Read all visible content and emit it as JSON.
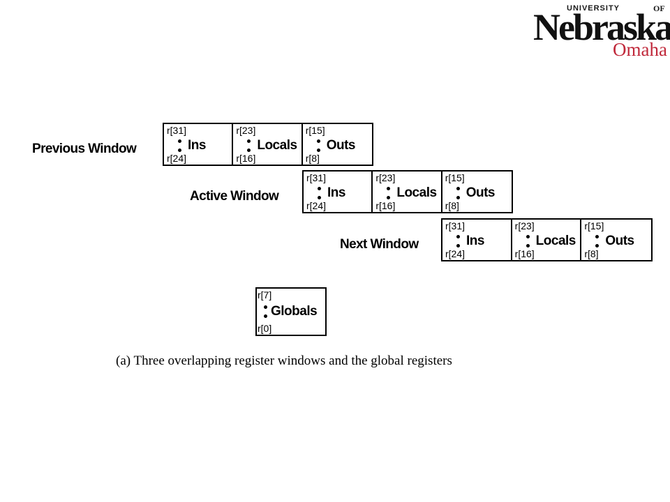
{
  "logo": {
    "univ": "UNIVERSITY",
    "of": "OF",
    "name": "Nebraska",
    "campus": "Omaha",
    "campus_color": "#c0293b"
  },
  "windows": {
    "previous": {
      "label": "Previous Window",
      "cells": [
        {
          "top": "r[31]",
          "bottom": "r[24]",
          "name": "Ins"
        },
        {
          "top": "r[23]",
          "bottom": "r[16]",
          "name": "Locals"
        },
        {
          "top": "r[15]",
          "bottom": "r[8]",
          "name": "Outs"
        }
      ]
    },
    "active": {
      "label": "Active Window",
      "cells": [
        {
          "top": "r[31]",
          "bottom": "r[24]",
          "name": "Ins"
        },
        {
          "top": "r[23]",
          "bottom": "r[16]",
          "name": "Locals"
        },
        {
          "top": "r[15]",
          "bottom": "r[8]",
          "name": "Outs"
        }
      ]
    },
    "next": {
      "label": "Next Window",
      "cells": [
        {
          "top": "r[31]",
          "bottom": "r[24]",
          "name": "Ins"
        },
        {
          "top": "r[23]",
          "bottom": "r[16]",
          "name": "Locals"
        },
        {
          "top": "r[15]",
          "bottom": "r[8]",
          "name": "Outs"
        }
      ]
    }
  },
  "globals": {
    "top": "r[7]",
    "bottom": "r[0]",
    "name": "Globals"
  },
  "caption": "(a) Three overlapping register windows and the global registers"
}
